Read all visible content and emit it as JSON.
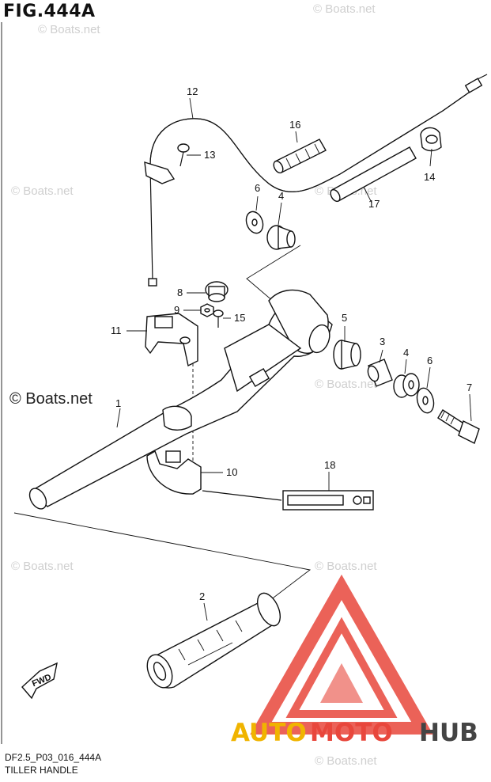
{
  "figure": {
    "title": "FIG.444A",
    "code": "DF2.5_P03_016_444A",
    "subtitle": "TILLER HANDLE"
  },
  "callouts": [
    "1",
    "2",
    "3",
    "4",
    "4",
    "5",
    "6",
    "6",
    "7",
    "8",
    "9",
    "10",
    "11",
    "12",
    "13",
    "14",
    "15",
    "16",
    "17",
    "18"
  ],
  "watermarks": {
    "small": "© Boats.net",
    "large": "© Boats.net"
  },
  "brand": {
    "part1": "AUTO",
    "part2": "MOTO",
    "part3": "HUB",
    "color1": "#f0b400",
    "color2": "#e8473c",
    "color3": "#444444",
    "logo_color": "#e8473c"
  },
  "fwd_label": "FWD"
}
